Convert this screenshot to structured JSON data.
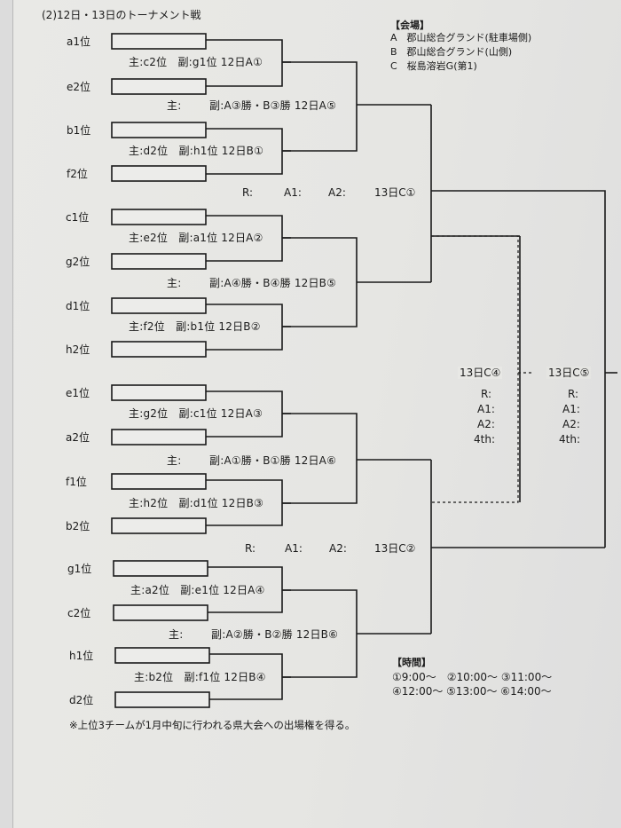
{
  "title": "(2)12日・13日のトーナメント戦",
  "venues": {
    "heading": "【会場】",
    "items": [
      "A　郡山総合グランド(駐車場側)",
      "B　郡山総合グランド(山側)",
      "C　桜島溶岩G(第1)"
    ]
  },
  "teams": [
    "a1位",
    "e2位",
    "b1位",
    "f2位",
    "c1位",
    "g2位",
    "d1位",
    "h2位",
    "e1位",
    "a2位",
    "f1位",
    "b2位",
    "g1位",
    "c2位",
    "h1位",
    "d2位"
  ],
  "round1": [
    "主:c2位　副:g1位 12日A①",
    "主:d2位　副:h1位 12日B①",
    "主:e2位　副:a1位 12日A②",
    "主:f2位　副:b1位 12日B②",
    "主:g2位　副:c1位 12日A③",
    "主:h2位　副:d1位 12日B③",
    "主:a2位　副:e1位 12日A④",
    "主:b2位　副:f1位 12日B④"
  ],
  "round2": [
    {
      "main": "主:",
      "sub": "副:A③勝・B③勝 12日A⑤"
    },
    {
      "main": "主:",
      "sub": "副:A④勝・B④勝 12日B⑤"
    },
    {
      "main": "主:",
      "sub": "副:A①勝・B①勝 12日A⑥"
    },
    {
      "main": "主:",
      "sub": "副:A②勝・B②勝 12日B⑥"
    }
  ],
  "semis": [
    {
      "r": "R:",
      "a1": "A1:",
      "a2": "A2:",
      "label": "13日C①"
    },
    {
      "r": "R:",
      "a1": "A1:",
      "a2": "A2:",
      "label": "13日C②"
    }
  ],
  "finals": [
    {
      "label": "13日C④",
      "r": "R:",
      "a1": "A1:",
      "a2": "A2:",
      "fourth": "4th:"
    },
    {
      "label": "13日C⑤",
      "r": "R:",
      "a1": "A1:",
      "a2": "A2:",
      "fourth": "4th:"
    }
  ],
  "times": {
    "heading": "【時間】",
    "row1": "①9:00～　②10:00～ ③11:00～",
    "row2": "④12:00～ ⑤13:00～ ⑥14:00～"
  },
  "footnote": "※上位3チームが1月中旬に行われる県大会への出場権を得る。"
}
